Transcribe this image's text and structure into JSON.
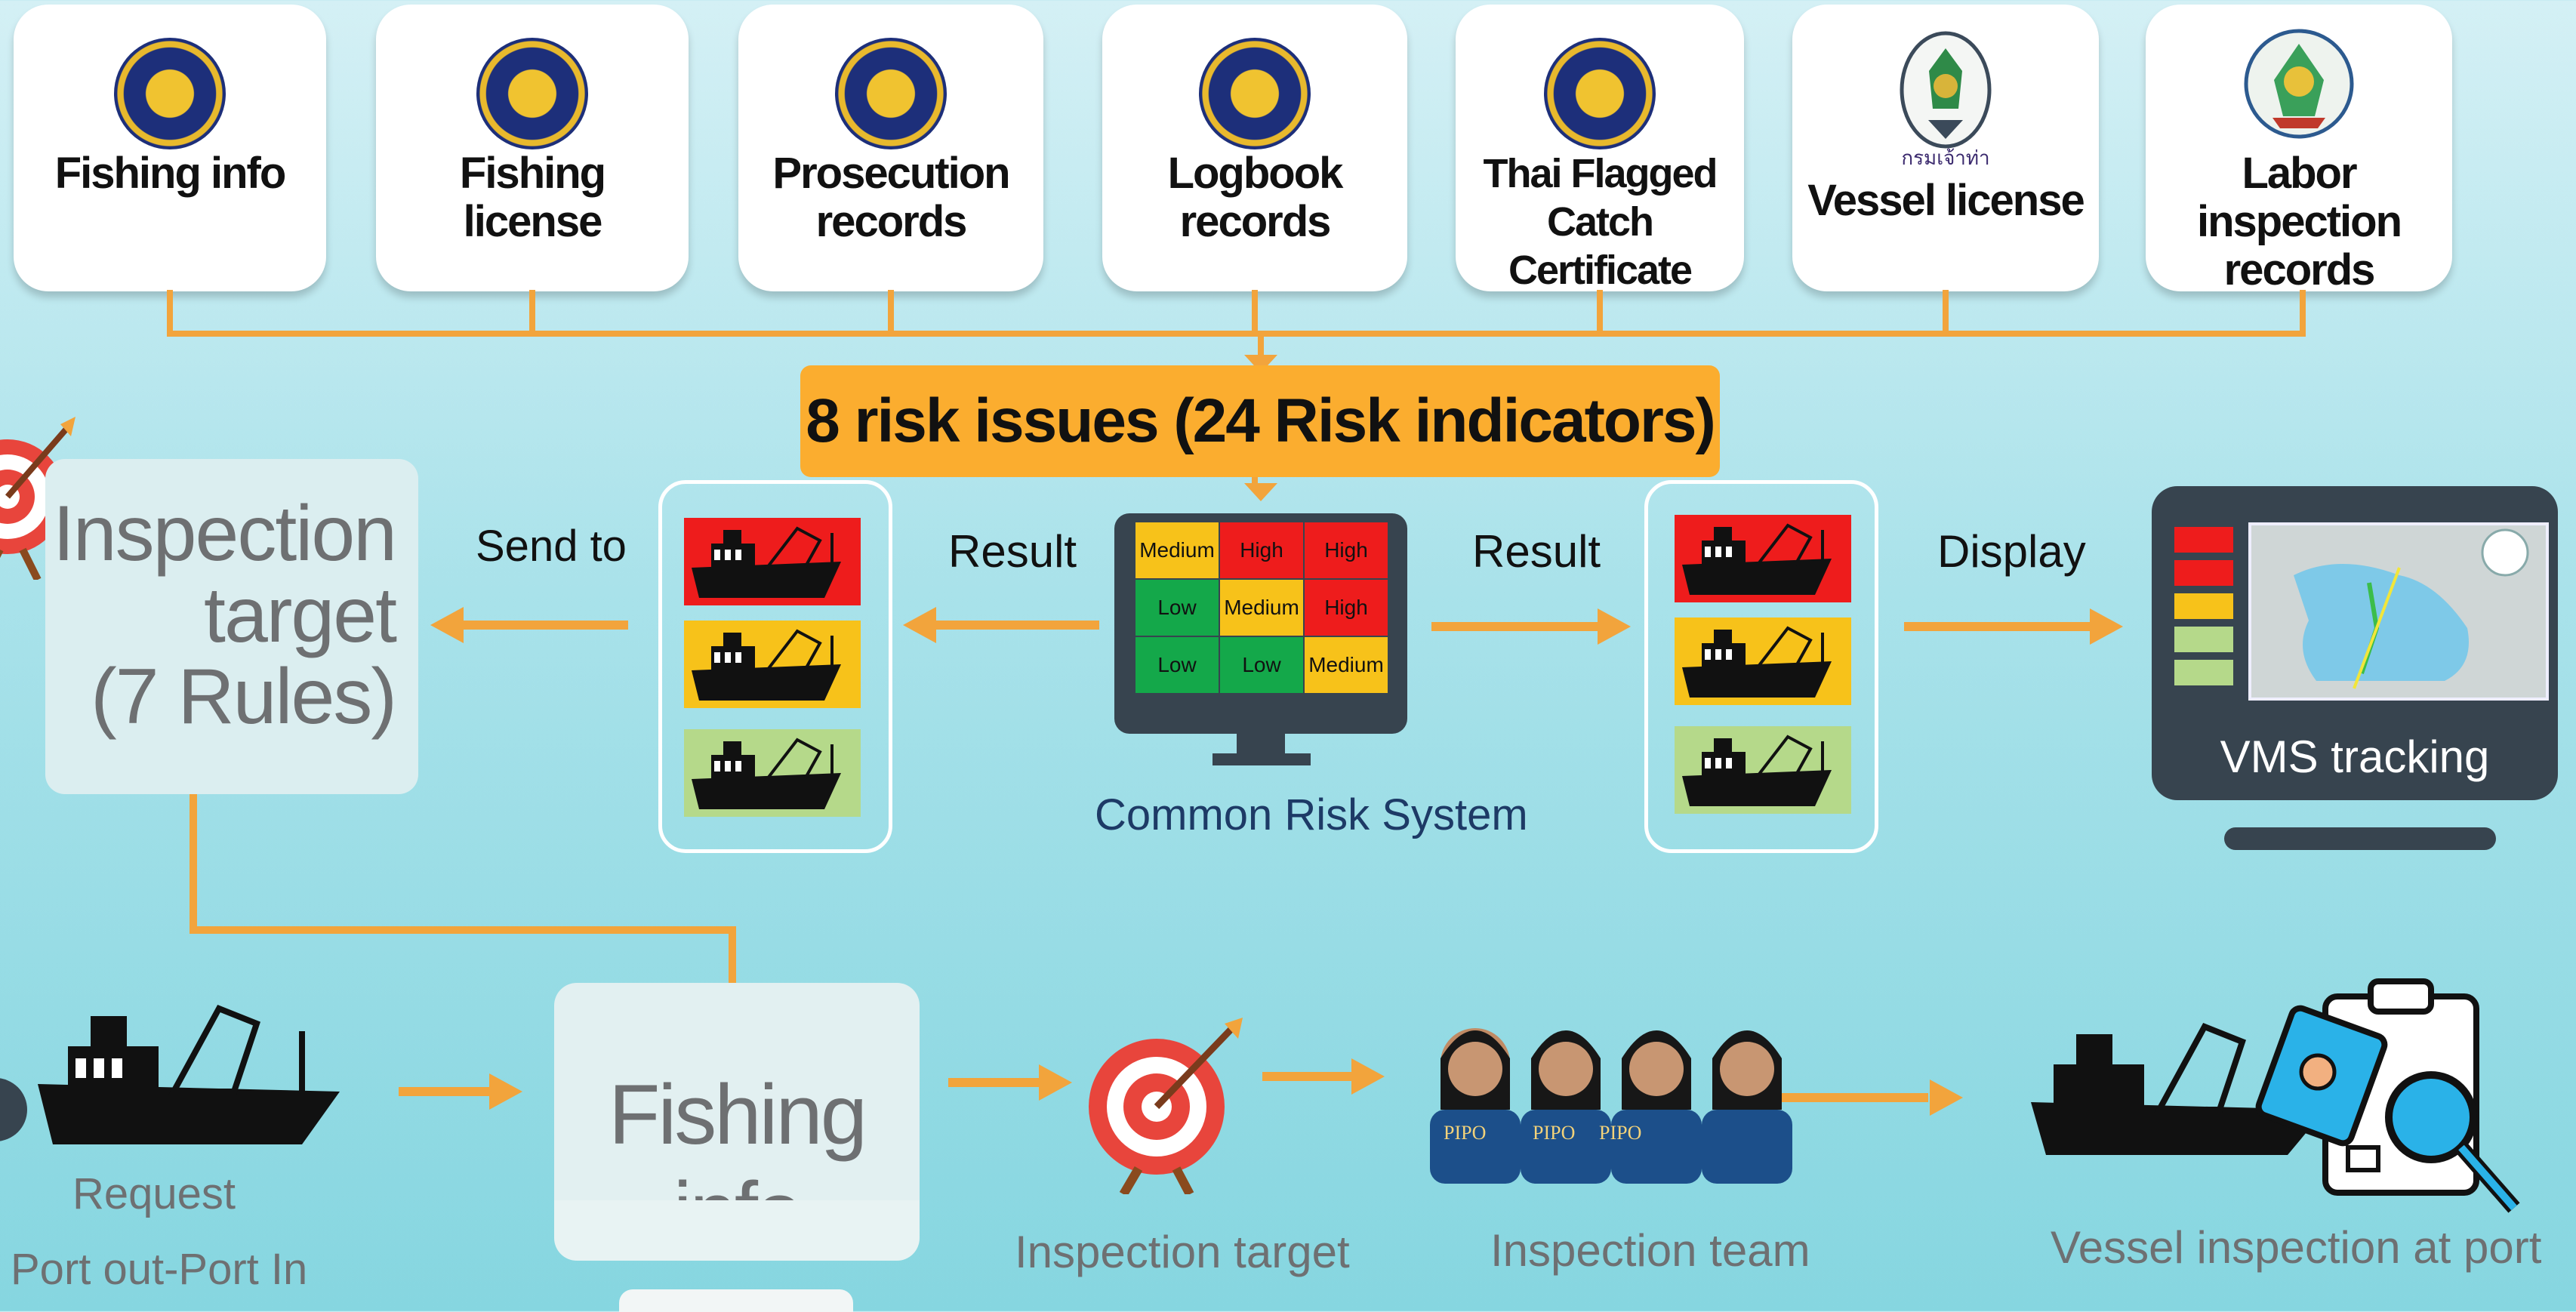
{
  "sources": [
    {
      "label": "Fishing info",
      "seal": "department-seal-icon"
    },
    {
      "label": "Fishing\nlicense",
      "seal": "department-seal-icon"
    },
    {
      "label": "Prosecution\nrecords",
      "seal": "department-seal-icon"
    },
    {
      "label": "Logbook records",
      "seal": "department-seal-icon"
    },
    {
      "label": "Thai Flagged Catch\nCertificate",
      "seal": "department-seal-icon"
    },
    {
      "label": "Vessel license",
      "seal": "marine-department-seal-icon"
    },
    {
      "label": "Labor inspection\nrecords",
      "seal": "labor-department-seal-icon"
    }
  ],
  "risk_bar": {
    "title": "8 risk issues (24 Risk indicators)"
  },
  "inspection_target_box": {
    "line1": "Inspection",
    "line2": "target",
    "line3": "(7 Rules)"
  },
  "labels": {
    "send_to": "Send to",
    "result_left": "Result",
    "result_right": "Result",
    "display": "Display",
    "common_risk_system": "Common Risk System",
    "vms_tracking": "VMS tracking"
  },
  "risk_matrix": {
    "rows": [
      [
        {
          "text": "Medium",
          "level": "medium"
        },
        {
          "text": "High",
          "level": "high"
        },
        {
          "text": "High",
          "level": "high"
        }
      ],
      [
        {
          "text": "Low",
          "level": "low"
        },
        {
          "text": "Medium",
          "level": "medium"
        },
        {
          "text": "High",
          "level": "high"
        }
      ],
      [
        {
          "text": "Low",
          "level": "low"
        },
        {
          "text": "Low",
          "level": "low"
        },
        {
          "text": "Medium",
          "level": "medium"
        }
      ]
    ]
  },
  "risk_colors": {
    "high": "#ee1c1c",
    "medium": "#f7c21a",
    "low": "#14a84a",
    "green_light": "#b5d98a"
  },
  "bottom_flow": {
    "request_line1": "Request",
    "request_line2": "Port out-Port In",
    "fishing_info": "Fishing info",
    "inspection_target": "Inspection target",
    "inspection_team": "Inspection team",
    "vessel_inspection": "Vessel inspection at port"
  },
  "team_badges": [
    "PIPO",
    "PIPO",
    "PIPO"
  ],
  "accent": "#f2a43c"
}
